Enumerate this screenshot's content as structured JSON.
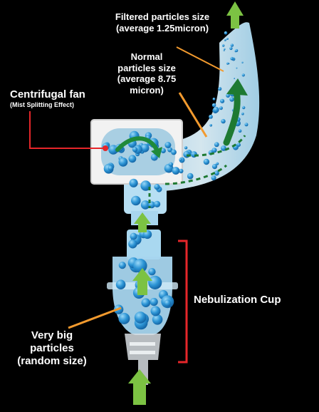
{
  "labels": {
    "filtered": {
      "line1": "Filtered particles size",
      "line2": "(average 1.25micron)"
    },
    "normal": {
      "line1": "Normal",
      "line2": "particles size",
      "line3": "(average 8.75",
      "line4": "micron)"
    },
    "fan": {
      "title": "Centrifugal fan",
      "subtitle": "(Mist Splitting Effect)"
    },
    "cup": "Nebulization Cup",
    "big": {
      "line1": "Very big",
      "line2": "particles",
      "line3": "(random size)"
    }
  },
  "colors": {
    "background": "#000000",
    "particle_light": "#bfe4f6",
    "particle_dark": "#1f88c9",
    "arrow_green": "#7cc243",
    "fan_arrow_green": "#1f8a3a",
    "pointer_orange": "#f29a2e",
    "pointer_red": "#e5262a",
    "bracket_red": "#e5262a",
    "fan_box": "#f2f2f2"
  },
  "icons": [
    "green-flow-arrow",
    "fan-rotation-arrow",
    "red-bracket"
  ]
}
